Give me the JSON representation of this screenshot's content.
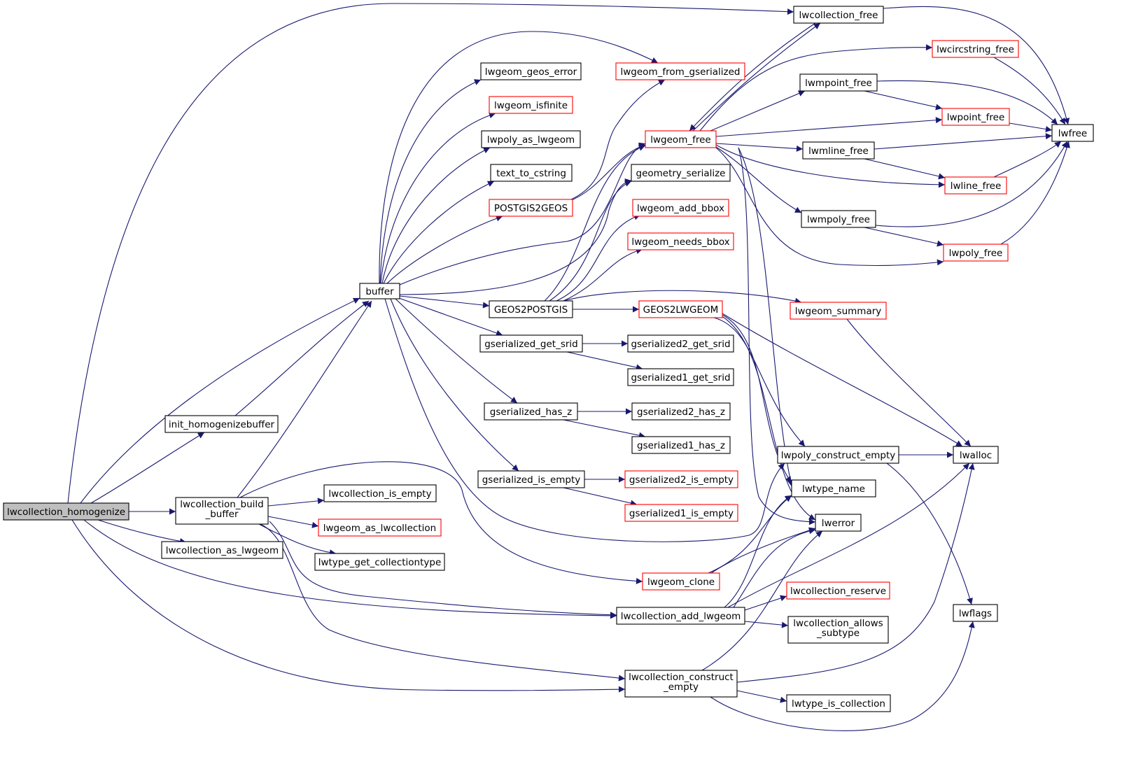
{
  "nodes": {
    "lwcollection_homogenize": "lwcollection_homogenize",
    "buffer": "buffer",
    "init_homogenizebuffer": "init_homogenizebuffer",
    "lwcollection_build_buffer": [
      "lwcollection_build",
      "_buffer"
    ],
    "lwcollection_as_lwgeom": "lwcollection_as_lwgeom",
    "lwcollection_free": "lwcollection_free",
    "lwgeom_geos_error": "lwgeom_geos_error",
    "lwgeom_isfinite": "lwgeom_isfinite",
    "lwpoly_as_lwgeom": "lwpoly_as_lwgeom",
    "text_to_cstring": "text_to_cstring",
    "POSTGIS2GEOS": "POSTGIS2GEOS",
    "GEOS2POSTGIS": "GEOS2POSTGIS",
    "gserialized_get_srid": "gserialized_get_srid",
    "gserialized_has_z": "gserialized_has_z",
    "gserialized_is_empty": "gserialized_is_empty",
    "lwcollection_is_empty": "lwcollection_is_empty",
    "lwgeom_as_lwcollection": "lwgeom_as_lwcollection",
    "lwtype_get_collectiontype": "lwtype_get_collectiontype",
    "lwgeom_from_gserialized": "lwgeom_from_gserialized",
    "lwgeom_free": "lwgeom_free",
    "geometry_serialize": "geometry_serialize",
    "lwgeom_add_bbox": "lwgeom_add_bbox",
    "lwgeom_needs_bbox": "lwgeom_needs_bbox",
    "GEOS2LWGEOM": "GEOS2LWGEOM",
    "gserialized2_get_srid": "gserialized2_get_srid",
    "gserialized1_get_srid": "gserialized1_get_srid",
    "gserialized2_has_z": "gserialized2_has_z",
    "gserialized1_has_z": "gserialized1_has_z",
    "gserialized2_is_empty": "gserialized2_is_empty",
    "gserialized1_is_empty": "gserialized1_is_empty",
    "lwgeom_clone": "lwgeom_clone",
    "lwcollection_add_lwgeom": "lwcollection_add_lwgeom",
    "lwcollection_construct_empty": [
      "lwcollection_construct",
      "_empty"
    ],
    "lwcircstring_free": "lwcircstring_free",
    "lwmpoint_free": "lwmpoint_free",
    "lwpoint_free": "lwpoint_free",
    "lwmline_free": "lwmline_free",
    "lwline_free": "lwline_free",
    "lwmpoly_free": "lwmpoly_free",
    "lwpoly_free": "lwpoly_free",
    "lwfree": "lwfree",
    "lwgeom_summary": "lwgeom_summary",
    "lwpoly_construct_empty": "lwpoly_construct_empty",
    "lwtype_name": "lwtype_name",
    "lwerror": "lwerror",
    "lwalloc": "lwalloc",
    "lwcollection_reserve": "lwcollection_reserve",
    "lwcollection_allows_subtype": [
      "lwcollection_allows",
      "_subtype"
    ],
    "lwflags": "lwflags",
    "lwtype_is_collection": "lwtype_is_collection"
  },
  "colors": {
    "edge": "#191970",
    "node_border": "#000000",
    "truncated_node_border": "#ff0000",
    "root_fill": "#bfbfbf"
  }
}
